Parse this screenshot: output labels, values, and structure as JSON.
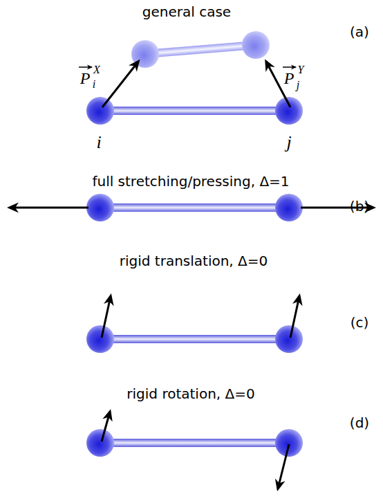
{
  "diagram": {
    "labels": [
      "general case",
      "(a)",
      "i",
      "j",
      "P",
      "i",
      "X",
      "P",
      "j",
      "Y",
      "full stretching/pressing, Δ=1",
      "(b)",
      "rigid translation, Δ=0",
      "(c)",
      "rigid rotation, Δ=0",
      "(d)"
    ]
  }
}
